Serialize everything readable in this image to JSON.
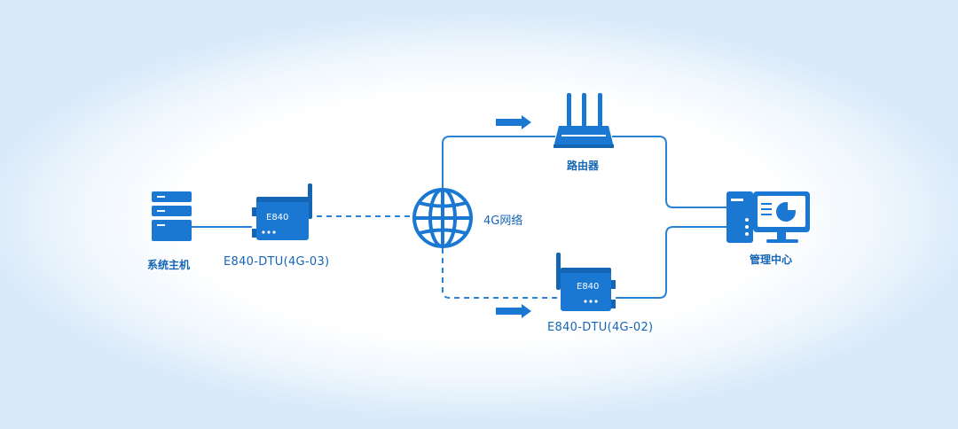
{
  "colors": {
    "primary": "#1a78d2",
    "dark": "#1565b5",
    "line": "#2a82d6"
  },
  "nodes": {
    "host": {
      "label": "系统主机",
      "icon": "server-icon"
    },
    "dtu_left": {
      "label": "E840-DTU(4G-03)",
      "badge": "E840",
      "icon": "dtu-device-icon"
    },
    "network": {
      "label": "4G网络",
      "icon": "globe-icon"
    },
    "router": {
      "label": "路由器",
      "icon": "router-icon"
    },
    "dtu_right": {
      "label": "E840-DTU(4G-02)",
      "badge": "E840",
      "icon": "dtu-device-icon"
    },
    "management": {
      "label": "管理中心",
      "icon": "monitor-computer-icon"
    }
  },
  "arrows": [
    {
      "name": "arrow-to-router",
      "icon": "arrow-right-icon"
    },
    {
      "name": "arrow-to-dtu",
      "icon": "arrow-right-icon"
    }
  ]
}
